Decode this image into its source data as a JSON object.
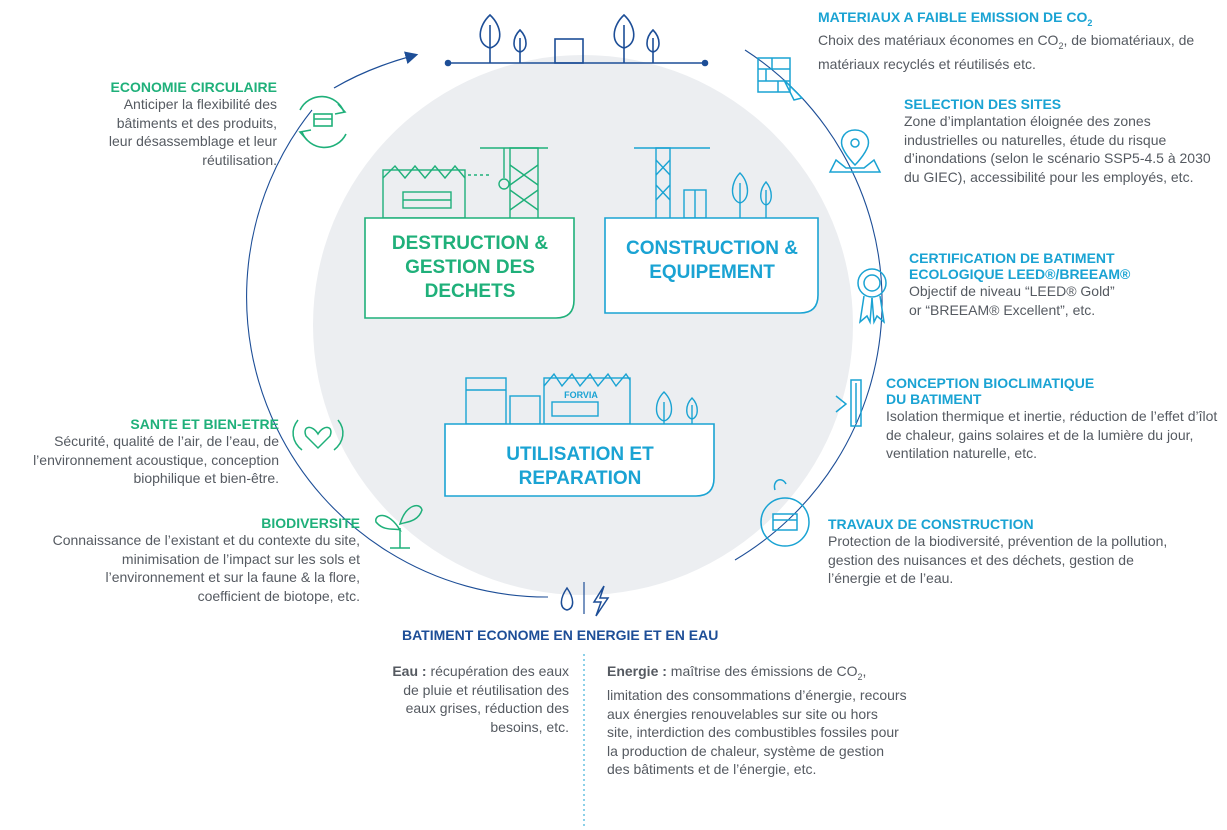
{
  "diagram": {
    "stages": {
      "destruction": "DESTRUCTION & GESTION DES DECHETS",
      "construction": "CONSTRUCTION & EQUIPEMENT",
      "utilisation": "UTILISATION ET REPARATION"
    },
    "building_sign": "FORVIA"
  },
  "items": {
    "materiaux": {
      "title_pre": "MATERIAUX A FAIBLE EMISSION DE CO",
      "title_sub": "2",
      "text_pre": "Choix des matériaux économes en CO",
      "text_sub": "2",
      "text_post": ", de biomatériaux, de matériaux recyclés et réutilisés etc."
    },
    "selection": {
      "title": "SELECTION DES SITES",
      "text": "Zone d’implantation éloignée  des zones industrielles ou naturelles, étude du risque d’inondations (selon le scénario SSP5-4.5 à 2030 du GIEC), accessibilité pour les employés, etc."
    },
    "certification": {
      "title_line1": "CERTIFICATION DE BATIMENT",
      "title_line2": "ECOLOGIQUE LEED®/BREEAM®",
      "text": "Objectif de niveau “LEED® Gold” or “BREEAM® Excellent”, etc."
    },
    "bioclimatique": {
      "title_line1": "CONCEPTION BIOCLIMATIQUE",
      "title_line2": "DU BATIMENT",
      "text": "Isolation thermique et inertie, réduction de l’effet d’îlot de chaleur, gains solaires et de la lumière du jour, ventilation naturelle, etc."
    },
    "travaux": {
      "title": "TRAVAUX DE CONSTRUCTION",
      "text": "Protection de la biodiversité, prévention de la pollution, gestion des nuisances et des déchets, gestion de l’énergie et de l’eau."
    },
    "economie": {
      "title": "ECONOMIE CIRCULAIRE",
      "text": "Anticiper la flexibilité des bâtiments et des produits, leur désassemblage et leur réutilisation."
    },
    "sante": {
      "title": "SANTE ET BIEN-ETRE",
      "text": "Sécurité, qualité de l’air, de l’eau, de l’environnement acoustique, conception biophilique et bien-être."
    },
    "biodiversite": {
      "title": "BIODIVERSITE",
      "text": "Connaissance de l’existant et du contexte du site, minimisation de l’impact sur les sols et l’environnement et sur la faune & la flore, coefficient de biotope, etc."
    },
    "energie_eau": {
      "title": "BATIMENT ECONOME EN ENERGIE ET EN EAU",
      "eau_label": "Eau :",
      "eau_text": "récupération des eaux de pluie et réutilisation des eaux grises, réduction des besoins, etc.",
      "energie_label": "Energie :",
      "energie_text_pre": "maîtrise des émissions de CO",
      "energie_sub": "2",
      "energie_text_post": ", limitation des consommations d’énergie, recours aux énergies renouvelables sur site ou hors site, interdiction des combustibles fossiles pour la production de chaleur, système de gestion des bâtiments et de l’énergie, etc."
    }
  },
  "colors": {
    "blue": "#1aa3d3",
    "green": "#1fb07a",
    "navy": "#1d4e97",
    "circle": "#eceef1",
    "text": "#555a61"
  }
}
